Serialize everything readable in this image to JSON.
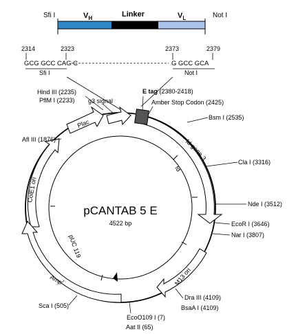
{
  "plasmid": {
    "name": "pCANTAB 5 E",
    "size": "4522 bp"
  },
  "insert": {
    "left_site": "Sfi I",
    "right_site": "Not I",
    "vh": "V",
    "vh_sub": "H",
    "linker": "Linker",
    "vl": "V",
    "vl_sub": "L",
    "colors": {
      "vh": "#2f86c8",
      "linker": "#000000",
      "vl": "#a9c3ea"
    }
  },
  "sequence": {
    "pos_2314": "2314",
    "pos_2323": "2323",
    "pos_2373": "2373",
    "pos_2379": "2379",
    "left_seq": "GCG GCC CAG C",
    "right_seq": "G GCC GCA",
    "left_site": "Sfi I",
    "right_site": "Not I"
  },
  "features": {
    "g3_signal": "g3 signal",
    "plac": "Plac",
    "e_tag": "E tag",
    "e_tag_range": "(2380-2418)",
    "amber": "Amber Stop Codon (2425)",
    "fd_gene_3": "fd gene 3",
    "fd": "fd",
    "cole1_ori": "ColE1 ori",
    "puc119": "pUC 119",
    "ampr": "Amp",
    "ampr_sup": "r",
    "m13_ori": "M13 ori"
  },
  "sites": {
    "hind3": "Hind III (2235)",
    "pflm1": "PflM I (2233)",
    "afl3": "Afl III (1876)",
    "bsm1": "Bsm I (2535)",
    "cla1": "Cla I (3316)",
    "nde1": "Nde I (3512)",
    "ecor1": "EcoR I (3646)",
    "nar1": "Nar I (3807)",
    "dra3": "Dra III (4109)",
    "bsaa1": "BsaA I (4109)",
    "ecoo109": "EcoO109 I (7)",
    "aat2": "Aat II (65)",
    "sca1": "Sca I (505)"
  }
}
